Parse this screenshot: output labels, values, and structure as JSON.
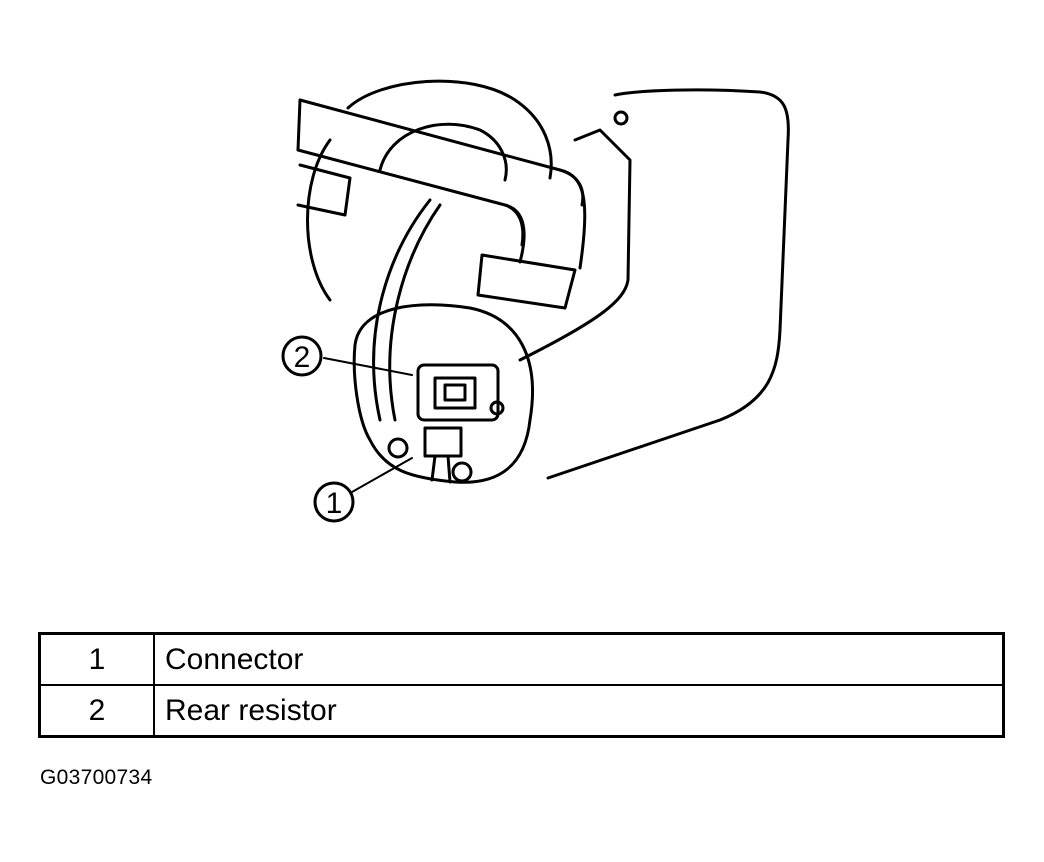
{
  "callouts": [
    {
      "number": "1",
      "label": "Connector"
    },
    {
      "number": "2",
      "label": "Rear resistor"
    }
  ],
  "figure_id": "G03700734"
}
